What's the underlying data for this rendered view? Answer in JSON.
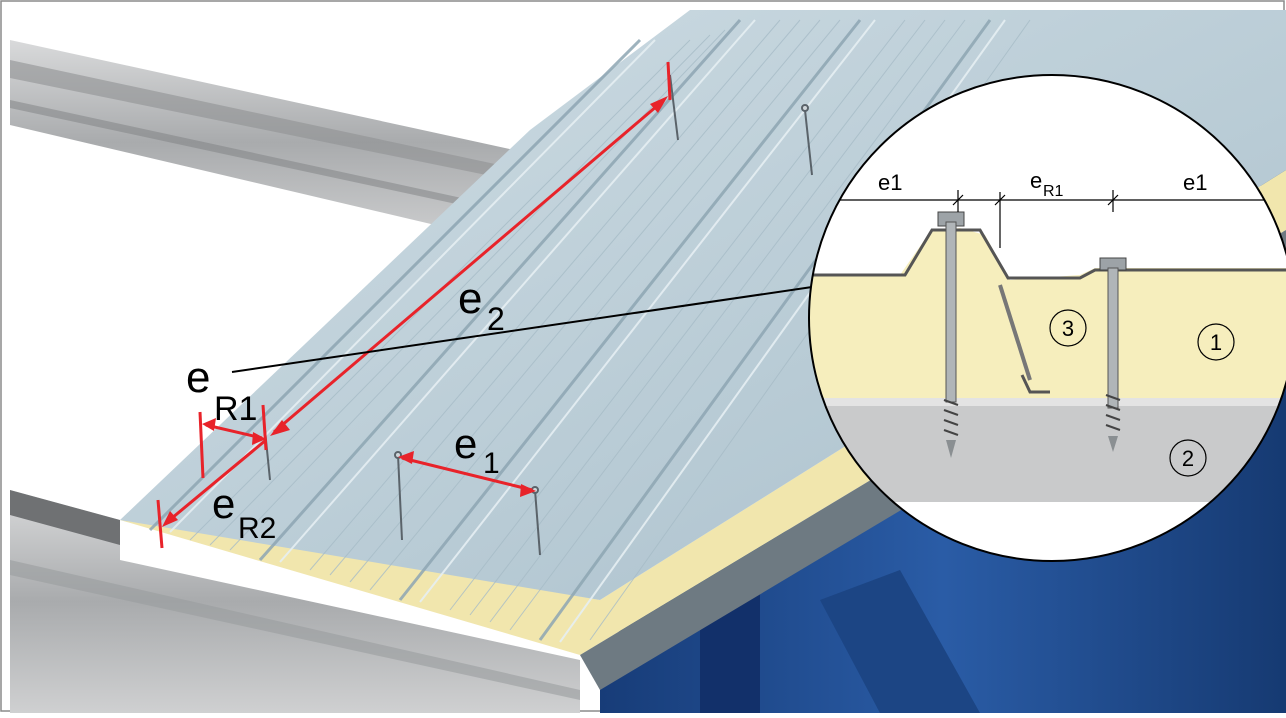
{
  "colors": {
    "dimension_red": "#e8232a",
    "panel_metal": "#b9ccd6",
    "panel_rib_dark": "#8ea6b3",
    "panel_rib_light": "#dce8ee",
    "insulation_core": "#f6eebd",
    "substructure_grey": "#c9cacb",
    "steel_beam_blue": "#1f4a8c",
    "frame_border": "#8a8a8a"
  },
  "labels": {
    "e2": {
      "base": "e",
      "sub": "2"
    },
    "e1": {
      "base": "e",
      "sub": "1"
    },
    "eR1": {
      "base": "e",
      "sub": "R1"
    },
    "eR2": {
      "base": "e",
      "sub": "R2"
    }
  },
  "detail": {
    "dim_left": "e1",
    "dim_mid_base": "e",
    "dim_mid_sub": "R1",
    "dim_right": "e1",
    "callout_1": "1",
    "callout_2": "2",
    "callout_3": "3"
  }
}
